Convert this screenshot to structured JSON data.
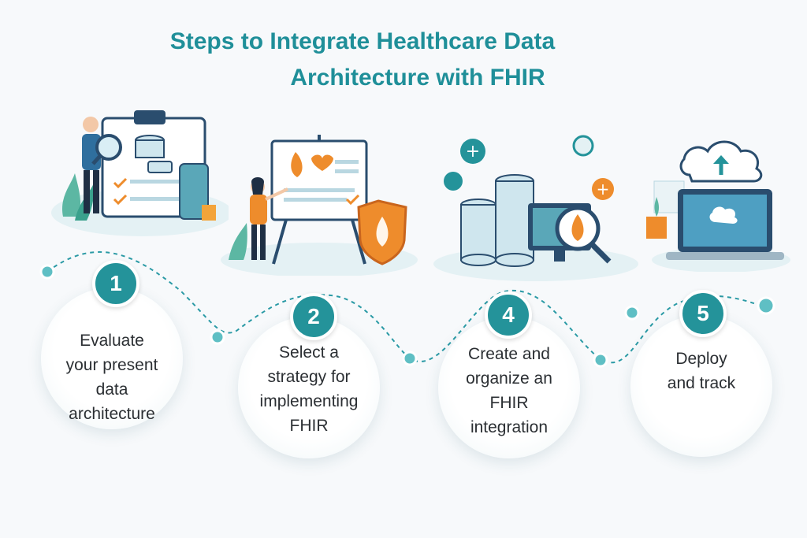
{
  "title": {
    "line1": "Steps to Integrate Healthcare Data",
    "line2": "Architecture with FHIR"
  },
  "steps": [
    {
      "number": "1",
      "text_lines": [
        "Evaluate",
        "your present",
        "data",
        "architecture"
      ]
    },
    {
      "number": "2",
      "text_lines": [
        "Select a",
        "strategy for",
        "implementing",
        "FHIR"
      ]
    },
    {
      "number": "4",
      "text_lines": [
        "Create and",
        "organize an",
        "FHIR",
        "integration"
      ]
    },
    {
      "number": "5",
      "text_lines": [
        "Deploy",
        "and track"
      ]
    }
  ],
  "colors": {
    "teal": "#24939a",
    "title_teal": "#1f8f99",
    "orange": "#ee8c2c",
    "navy": "#2a4d6e"
  }
}
